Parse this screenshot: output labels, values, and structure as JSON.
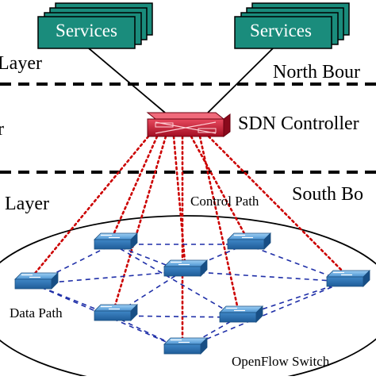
{
  "layers": {
    "app_label": "Layer",
    "control_label": "r",
    "infra_label": "Layer",
    "north_bound": "North Bour",
    "south_bound": "South Bo"
  },
  "services": {
    "left_label": "Services",
    "right_label": "Services",
    "fill_color": "#1a8c7c"
  },
  "controller": {
    "label": "SDN Controller",
    "color": "#c8102e"
  },
  "network": {
    "control_path_label": "Control Path",
    "data_path_label": "Data Path",
    "switch_label": "OpenFlow Switch",
    "control_path_color": "#cc0000",
    "data_path_color": "#1f2fa8",
    "switch_color": "#3a7fc0"
  }
}
